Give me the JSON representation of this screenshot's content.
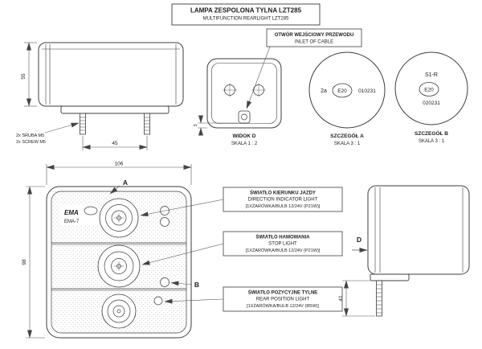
{
  "title": {
    "line1": "LAMPA ZESPOLONA TYLNA LZT285",
    "line2": "MULTIFUNCTION REARLIGHT LZT285"
  },
  "notes": {
    "screws": {
      "line1": "2x ŚRUBA M5",
      "line2": "2x SCREW M5"
    },
    "inlet": {
      "line1": "OTWÓR WEJŚCIOWY PRZEWODU",
      "line2": "INLET OF CABLE"
    }
  },
  "views": {
    "widok_d": {
      "name": "WIDOK D",
      "scale": "SKALA 1 : 2"
    },
    "detail_a": {
      "name": "SZCZEGÓŁ A",
      "scale": "SKALA 3 : 1"
    },
    "detail_b": {
      "name": "SZCZEGÓŁ B",
      "scale": "SKALA 3 : 1"
    }
  },
  "details": {
    "a": {
      "prefix": "2a",
      "mark": "E20",
      "number": "010231"
    },
    "b": {
      "category": "S1-R",
      "mark": "E20",
      "number": "020231"
    }
  },
  "dimensions": {
    "side_height": "55",
    "screw_spacing": "45",
    "inlet_depth": "3",
    "front_width": "106",
    "front_height": "98",
    "screw_length": "41"
  },
  "markers": {
    "a": "A",
    "b": "B",
    "d": "D"
  },
  "brand": {
    "name": "EMA",
    "model": "EMA-7"
  },
  "functions": {
    "direction": {
      "pl": "ŚWIATŁO KIERUNKU JAZDY",
      "en": "DIRECTION INDICATOR LIGHT",
      "bulb": "[1XŻARÓWKA/BULB 12/24V (P21W)]"
    },
    "stop": {
      "pl": "ŚWIATŁO HAMOWANIA",
      "en": "STOP LIGHT",
      "bulb": "[1XŻARÓWKA/BULB 12/24V (P21W)]"
    },
    "position": {
      "pl": "ŚWIATŁO POZYCYJNE TYLNE",
      "en": "REAR POSITION LIGHT",
      "bulb": "[1XŻARÓWKA/BULB 12/24V (R5W)]"
    }
  }
}
